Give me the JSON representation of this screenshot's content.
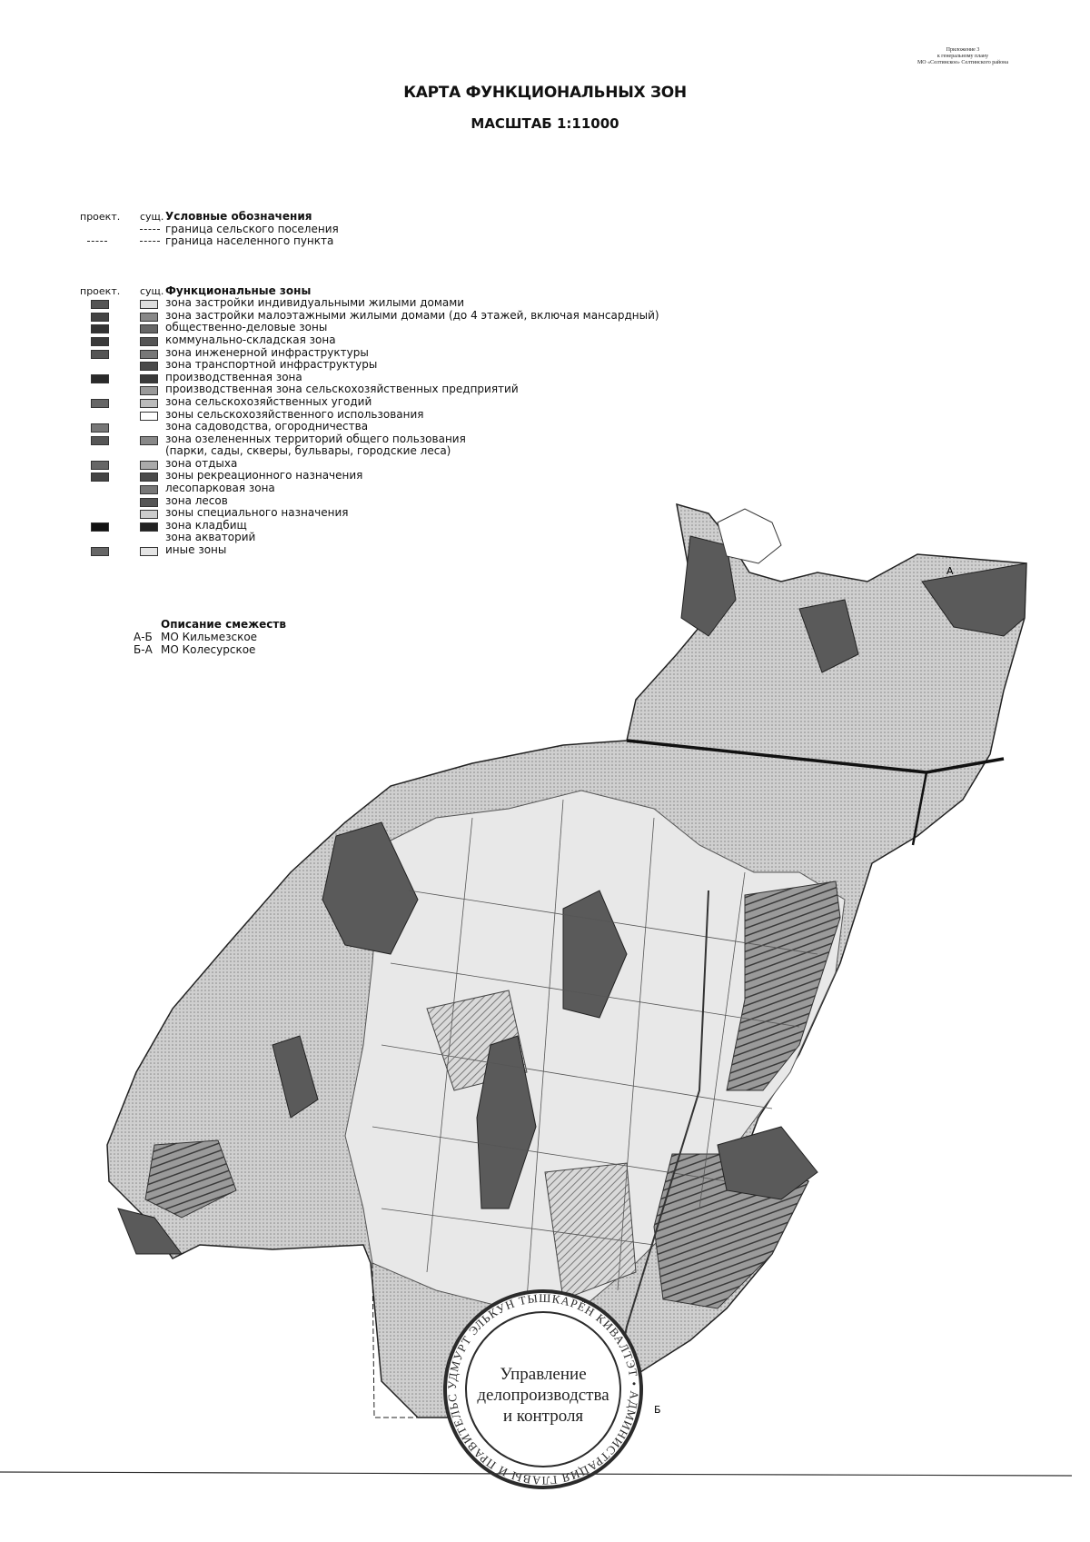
{
  "header": {
    "appendix_lines": [
      "Приложение 3",
      "к генеральному плану",
      "МО «Селтинское» Селтинского района"
    ],
    "title": "КАРТА ФУНКЦИОНАЛЬНЫХ ЗОН",
    "scale": "МАСШТАБ 1:11000"
  },
  "legend": {
    "col_project": "проект.",
    "col_existing": "сущ.",
    "boundaries_title": "Условные обозначения",
    "boundaries": [
      "граница сельского поселения",
      "граница населенного пункта"
    ],
    "zones_title": "Функциональные зоны",
    "zones": [
      "зона застройки индивидуальными жилыми домами",
      "зона застройки малоэтажными жилыми домами (до 4 этажей, включая мансардный)",
      "общественно-деловые зоны",
      "коммунально-складская зона",
      "зона инженерной инфраструктуры",
      "зона транспортной инфраструктуры",
      "производственная зона",
      "производственная зона сельскохозяйственных предприятий",
      "зона сельскохозяйственных угодий",
      "зоны сельскохозяйственного использования",
      "зона садоводства, огородничества",
      "зона озелененных территорий общего пользования",
      "(парки, сады, скверы, бульвары, городские леса)",
      "зона отдыха",
      "зоны рекреационного назначения",
      "лесопарковая зона",
      "зона лесов",
      "зоны специального назначения",
      "зона кладбищ",
      "зона акваторий",
      "иные зоны"
    ]
  },
  "adjacency": {
    "title": "Описание смежеств",
    "rows": [
      {
        "code": "А-Б",
        "name": "МО Кильмезское"
      },
      {
        "code": "Б-А",
        "name": "МО Колесурское"
      }
    ]
  },
  "map": {
    "point_a": "А",
    "point_b": "Б"
  },
  "stamp": {
    "ring_text": "УДМУРТ ЭЛЬКУН ТЫШКАРЁН КИВАЛТЭТ • АДМИНИСТРАЦИЯ ГЛАВЫ И ПРАВИТЕЛЬСТВА УДМУРТСКОЙ РЕСПУБЛИКИ •",
    "center_lines": [
      "Управление",
      "делопроизводства",
      "и контроля"
    ]
  },
  "colors": {
    "ink": "#1a1a1a",
    "zone_dark": "#5a5a5a",
    "zone_mid": "#9a9a9a",
    "zone_light": "#d4d4d4",
    "stamp": "#2b2b2b"
  }
}
